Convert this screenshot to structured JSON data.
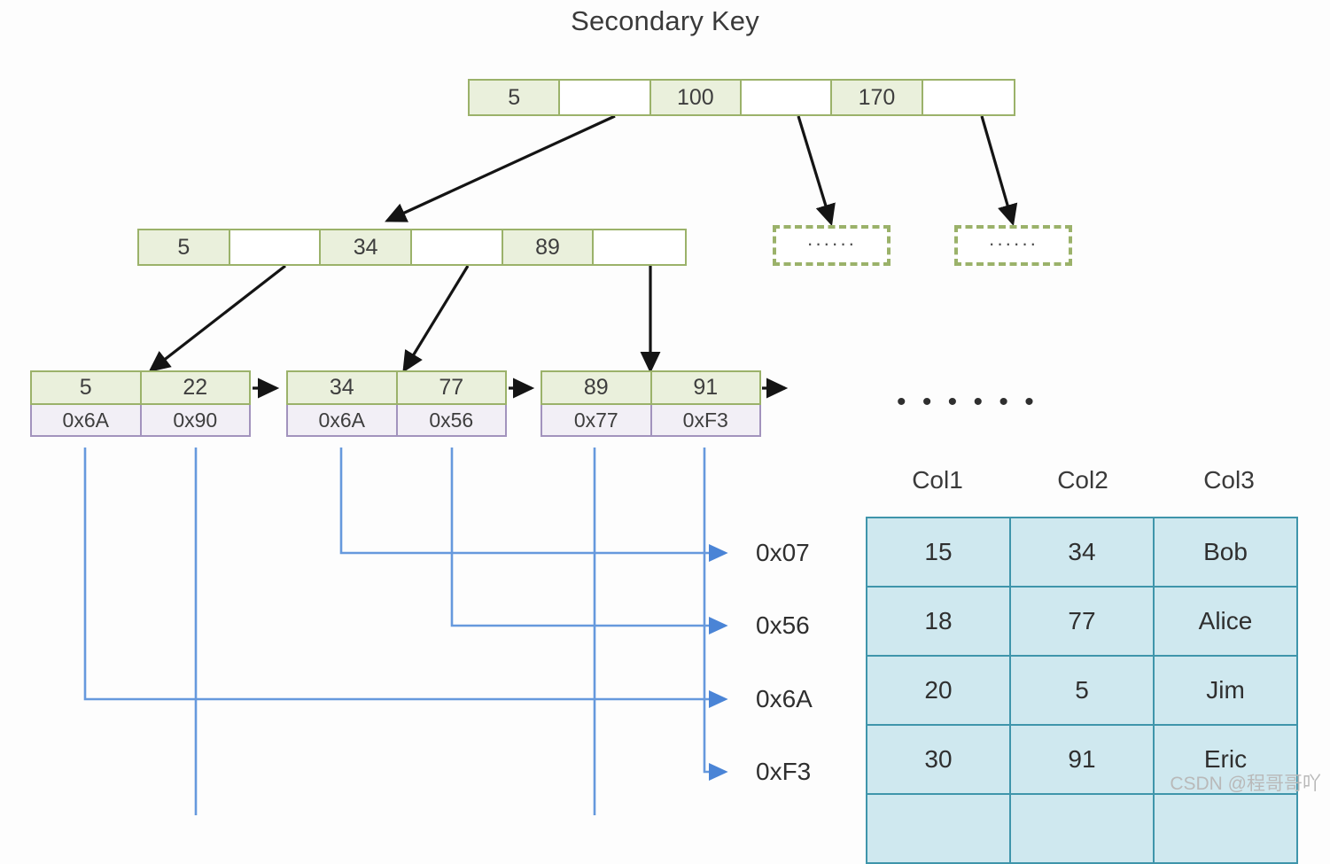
{
  "title": "Secondary Key",
  "root_node": {
    "name": "root-index-node",
    "cells": [
      {
        "type": "key",
        "label": "5"
      },
      {
        "type": "pointer",
        "label": ""
      },
      {
        "type": "key",
        "label": "100"
      },
      {
        "type": "pointer",
        "label": ""
      },
      {
        "type": "key",
        "label": "170"
      },
      {
        "type": "pointer",
        "label": ""
      }
    ]
  },
  "internal_node": {
    "name": "internal-index-node",
    "cells": [
      {
        "type": "key",
        "label": "5"
      },
      {
        "type": "pointer",
        "label": ""
      },
      {
        "type": "key",
        "label": "34"
      },
      {
        "type": "pointer",
        "label": ""
      },
      {
        "type": "key",
        "label": "89"
      },
      {
        "type": "pointer",
        "label": ""
      }
    ]
  },
  "leaf_nodes": [
    {
      "name": "leaf-node-1",
      "keys": [
        "5",
        "22"
      ],
      "addresses": [
        "0x6A",
        "0x90"
      ]
    },
    {
      "name": "leaf-node-2",
      "keys": [
        "34",
        "77"
      ],
      "addresses": [
        "0x6A",
        "0x56"
      ]
    },
    {
      "name": "leaf-node-3",
      "keys": [
        "89",
        "91"
      ],
      "addresses": [
        "0x77",
        "0xF3"
      ]
    }
  ],
  "placeholders": {
    "dots": "······",
    "boxes": [
      {
        "name": "placeholder-subtree-1",
        "label": "······"
      },
      {
        "name": "placeholder-subtree-2",
        "label": "······"
      }
    ],
    "leaf_ellipsis": "• • • • • •"
  },
  "row_addresses": [
    {
      "name": "row-address-0x07",
      "label": "0x07"
    },
    {
      "name": "row-address-0x56",
      "label": "0x56"
    },
    {
      "name": "row-address-0x6A",
      "label": "0x6A"
    },
    {
      "name": "row-address-0xF3",
      "label": "0xF3"
    }
  ],
  "data_table": {
    "headers": [
      "Col1",
      "Col2",
      "Col3"
    ],
    "rows": [
      [
        "15",
        "34",
        "Bob"
      ],
      [
        "18",
        "77",
        "Alice"
      ],
      [
        "20",
        "5",
        "Jim"
      ],
      [
        "30",
        "91",
        "Eric"
      ],
      [
        "",
        "",
        ""
      ]
    ]
  },
  "watermark": "CSDN @程哥哥吖",
  "colors": {
    "index_border": "#9bb26a",
    "index_fill": "#eaf0dc",
    "address_border": "#a293bd",
    "address_fill": "#f2eff6",
    "table_border": "#3f95ab",
    "table_fill": "#cfe8ef",
    "wire_blue": "#6699dd",
    "arrow_black": "#1a1a1a"
  }
}
